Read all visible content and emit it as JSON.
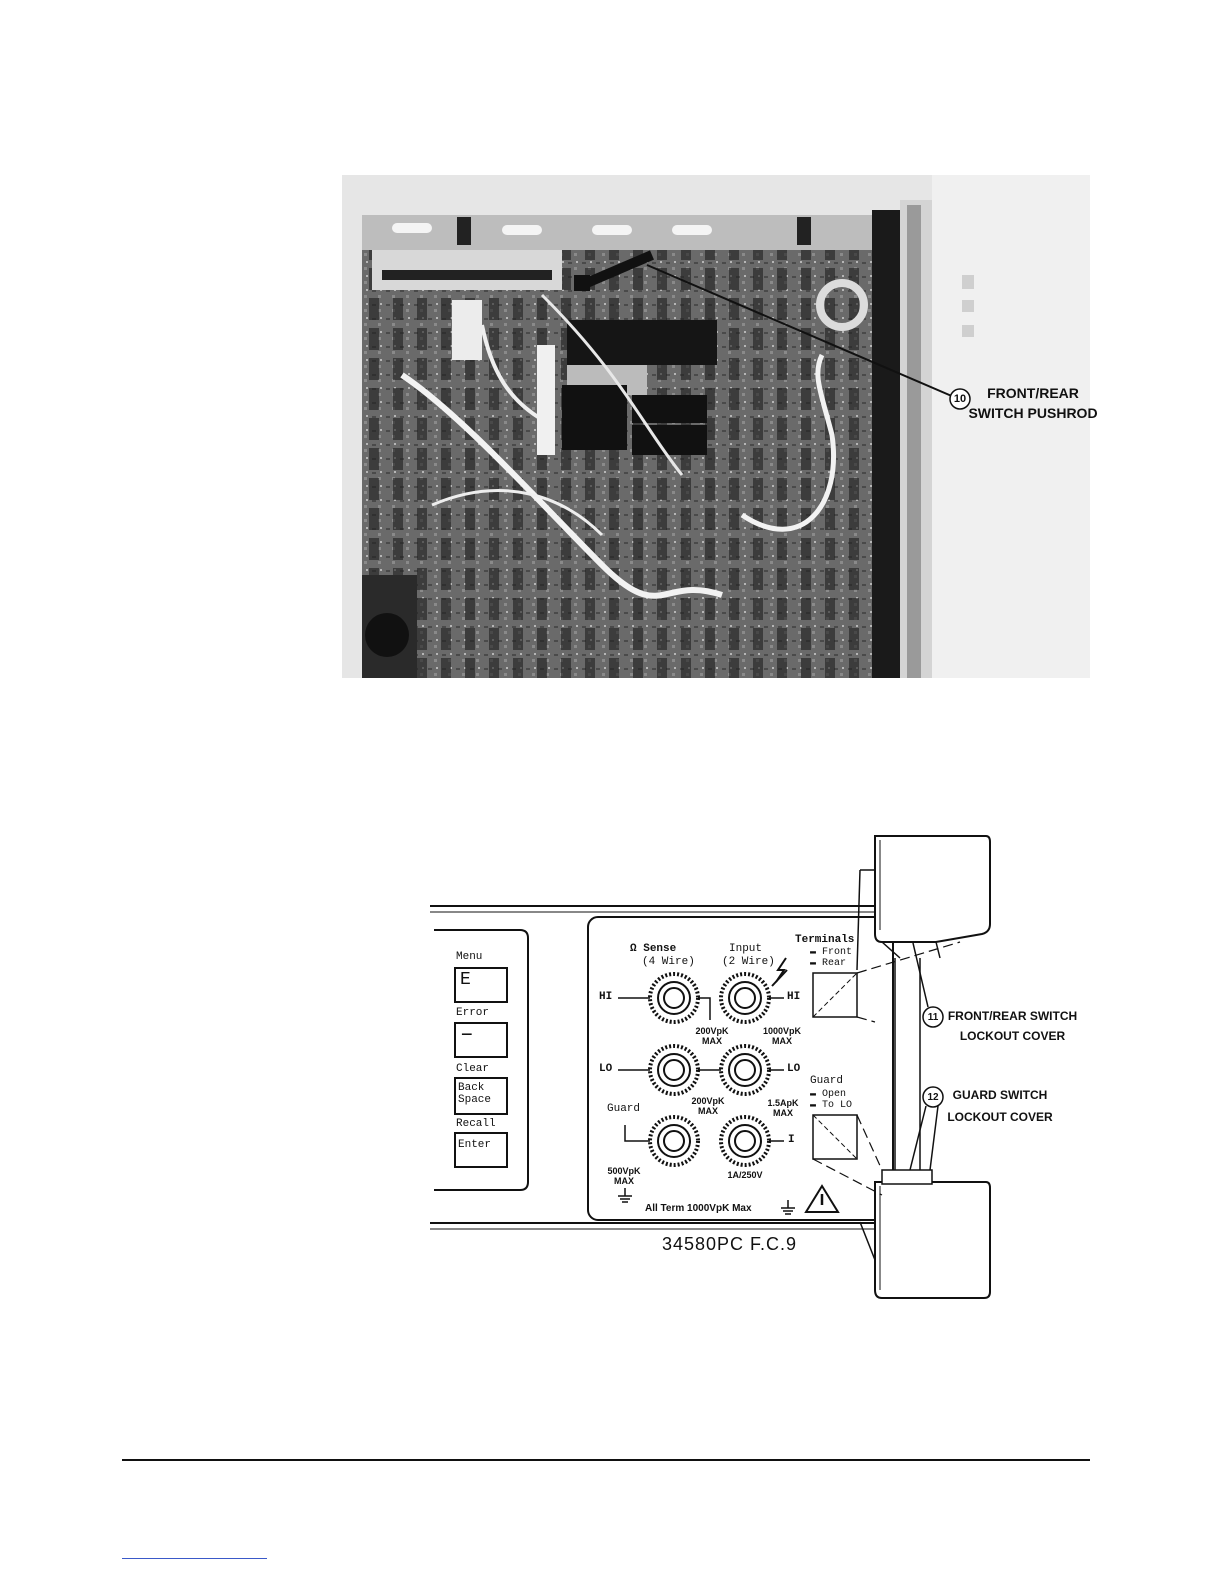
{
  "photo": {
    "callout_number": "10",
    "callout_line1": "FRONT/REAR",
    "callout_line2": "SWITCH PUSHROD"
  },
  "drawing": {
    "keys": [
      {
        "label": "Menu",
        "key": "E"
      },
      {
        "label": "Error",
        "key": "—"
      },
      {
        "label": "Clear",
        "key_line1": "Back",
        "key_line2": "Space"
      },
      {
        "label": "Recall",
        "key": "Enter"
      }
    ],
    "sense_title": "Sense",
    "sense_sub": "(4 Wire)",
    "input_title": "Input",
    "input_sub": "(2 Wire)",
    "hi_left": "HI",
    "hi_right": "HI",
    "lo_left": "LO",
    "lo_right": "LO",
    "i_label": "I",
    "guard_left": "Guard",
    "rating_sense_hi": "200VpK MAX",
    "rating_input_hi": "1000VpK MAX",
    "rating_sense_lo": "200VpK MAX",
    "rating_input_lo": "1.5ApK MAX",
    "rating_guard": "500VpK MAX",
    "rating_current": "1A/250V",
    "terminals_title": "Terminals",
    "terminals_front": "Front",
    "terminals_rear": "Rear",
    "guard_title": "Guard",
    "guard_open": "Open",
    "guard_tolo": "To LO",
    "footer": "All Term 1000VpK Max",
    "code": "34580PC F.C.9",
    "callout11_number": "11",
    "callout11_line1": "FRONT/REAR SWITCH",
    "callout11_line2": "LOCKOUT COVER",
    "callout12_number": "12",
    "callout12_line1": "GUARD SWITCH",
    "callout12_line2": "LOCKOUT COVER"
  }
}
